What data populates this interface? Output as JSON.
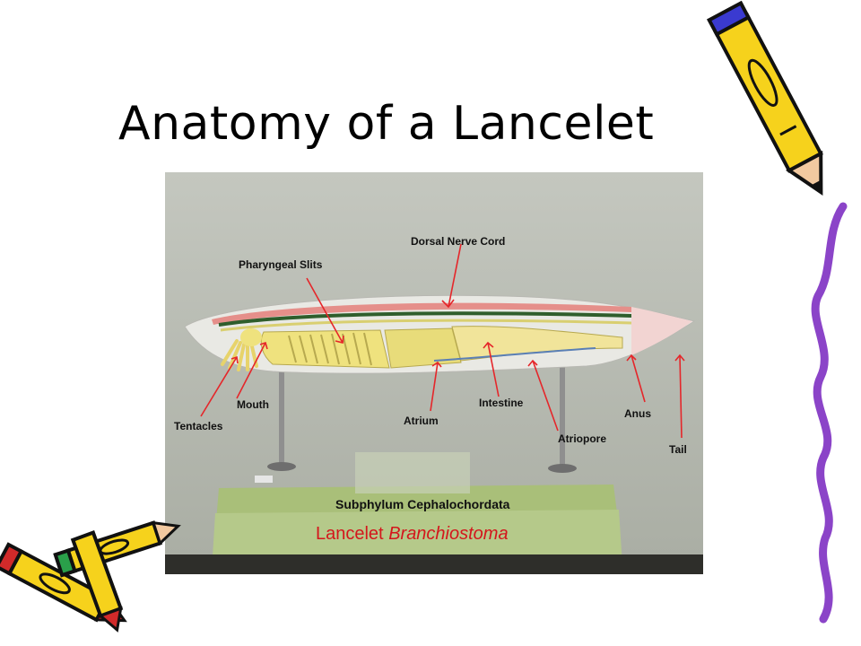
{
  "slide": {
    "title": "Anatomy of a Lancelet"
  },
  "figure": {
    "labels": {
      "dorsal_nerve_cord": "Dorsal Nerve Cord",
      "pharyngeal_slits": "Pharyngeal Slits",
      "mouth": "Mouth",
      "tentacles": "Tentacles",
      "atrium": "Atrium",
      "intestine": "Intestine",
      "atriopore": "Atriopore",
      "anus": "Anus",
      "tail": "Tail"
    },
    "base_title": "Subphylum Cephalochordata",
    "species_common": "Lancelet",
    "species_genus": "Branchiostoma",
    "arrow_color": "#e5262a"
  },
  "decorations": {
    "icons": [
      "pencil-icon",
      "crayon-icon",
      "squiggle-line"
    ]
  }
}
